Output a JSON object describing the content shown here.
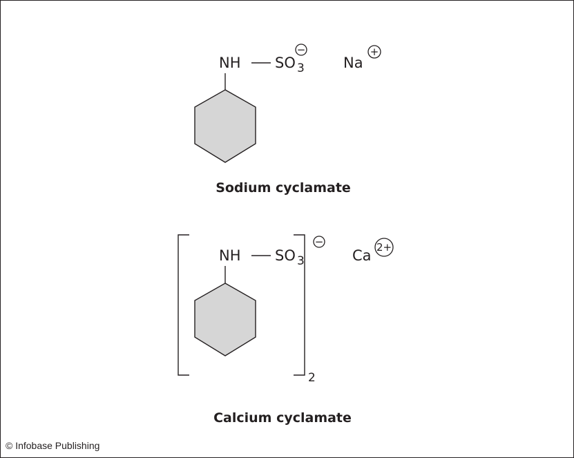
{
  "sodium": {
    "nh": "NH",
    "dash": "—",
    "so": "SO",
    "so_sub": "3",
    "anion_charge": "−",
    "cation": "Na",
    "cation_charge": "+",
    "caption": "Sodium cyclamate",
    "ring_icon": "cyclohexane-ring"
  },
  "calcium": {
    "nh": "NH",
    "dash": "—",
    "so": "SO",
    "so_sub": "3",
    "anion_charge": "−",
    "bracket_count": "2",
    "cation": "Ca",
    "cation_charge": "2+",
    "caption": "Calcium cyclamate",
    "ring_icon": "cyclohexane-ring"
  },
  "credit": "© Infobase Publishing"
}
